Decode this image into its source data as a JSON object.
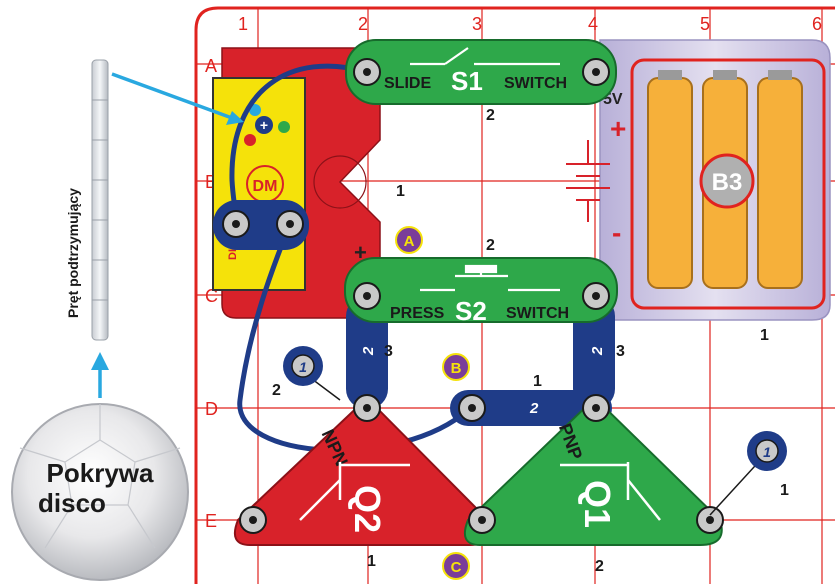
{
  "board": {
    "columns": [
      "1",
      "2",
      "3",
      "4",
      "5",
      "6"
    ],
    "rows": [
      "A",
      "B",
      "C",
      "D",
      "E"
    ]
  },
  "components": {
    "s1": {
      "name": "S1",
      "left_text": "SLIDE",
      "right_text": "SWITCH"
    },
    "s2": {
      "name": "S2",
      "left_text": "PRESS",
      "right_text": "SWITCH"
    },
    "b3": {
      "name": "B3",
      "plus": "+",
      "minus": "-",
      "voltage": "5V"
    },
    "q1": {
      "name": "Q1",
      "type": "PNP"
    },
    "q2": {
      "name": "Q2",
      "type": "NPN"
    },
    "dm": {
      "name": "DM",
      "text": "DISCO",
      "plus": "+"
    }
  },
  "wire_labels": {
    "w_s1": "2",
    "w_mid": "1",
    "w_s2top": "2",
    "w_right1": "1",
    "w_q2col": "2",
    "w_q2col_b": "3",
    "w_q1col": "2",
    "w_q1col_b": "3",
    "w_cross": "1",
    "w_cross2": "2",
    "w_d1left": "2",
    "w_d1right": "1",
    "w_bottom1": "1",
    "w_bottom2": "2",
    "j1_left": "1",
    "j1_right": "1"
  },
  "markers": {
    "a": "A",
    "b": "B",
    "c": "C"
  },
  "side": {
    "rod_label": "Pręt podtrzymujący",
    "cover_label_line1": "Pokrywa",
    "cover_label_line2": "disco"
  },
  "colors": {
    "grid": "#e0231f",
    "green": "#2ea84a",
    "red": "#d8222a",
    "navy": "#1f3c88",
    "purple": "#7a3d9a",
    "yellow": "#f5e20a",
    "battery_bg": "#c9c3e0",
    "battery_cell": "#f6b03a",
    "arrow": "#29a8e0"
  }
}
